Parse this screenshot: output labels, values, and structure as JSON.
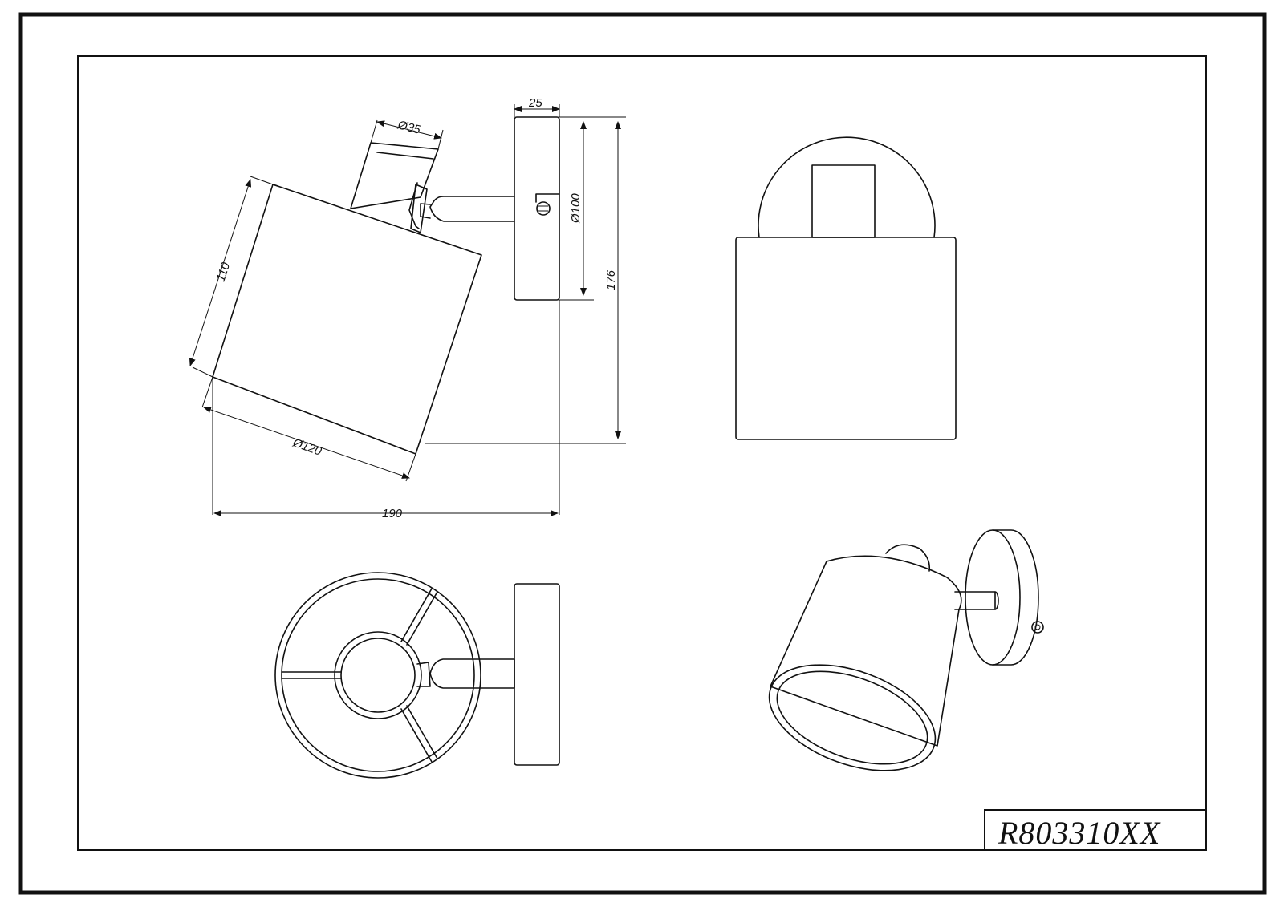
{
  "title_block": {
    "model": "R803310XX"
  },
  "dimensions": {
    "base_depth": "25",
    "stem_diameter": "Ø35",
    "base_diameter": "Ø100",
    "overall_height": "176",
    "shade_height": "110",
    "shade_diameter": "Ø120",
    "overall_length": "190"
  }
}
